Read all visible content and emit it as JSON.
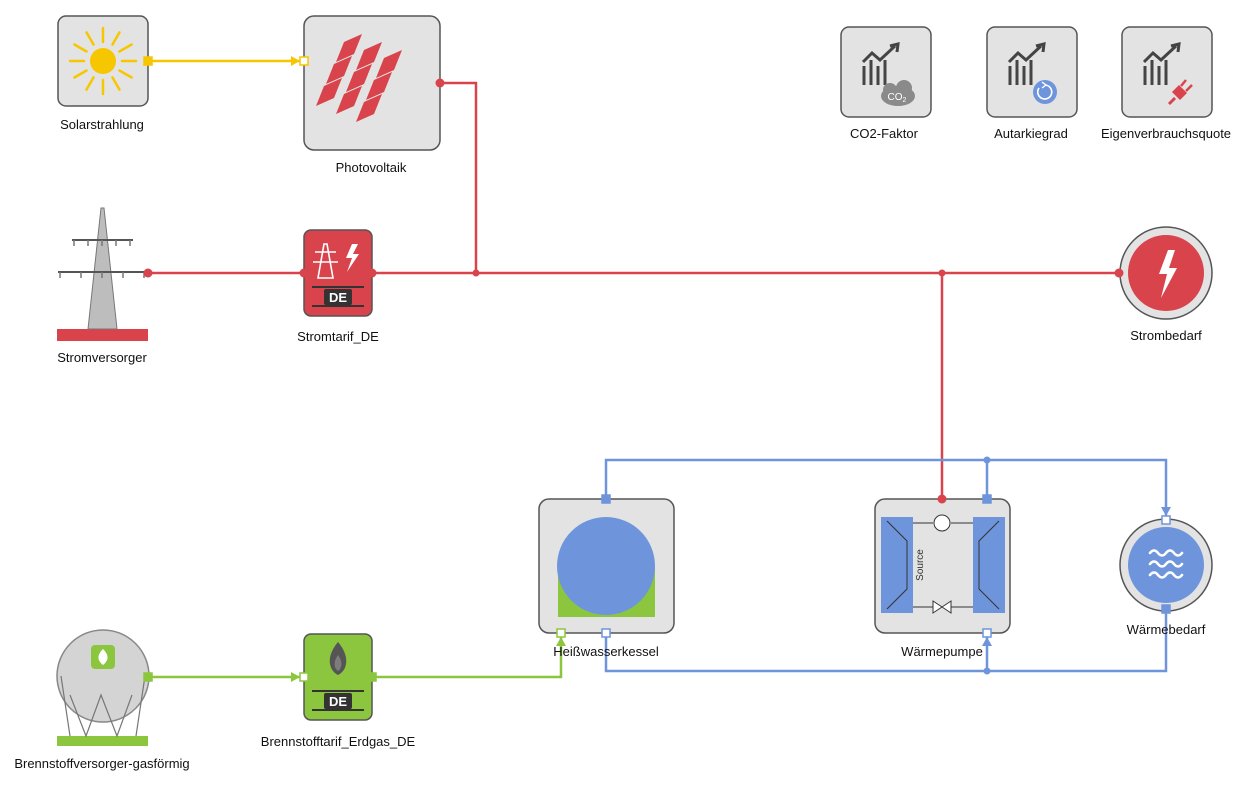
{
  "colors": {
    "solar": "#f6c700",
    "electric": "#d9434c",
    "gas": "#8cc63e",
    "water": "#6e95dc",
    "block_fill": "#e3e3e3",
    "block_border": "#555555",
    "icon_dark": "#444444"
  },
  "components": {
    "solar": {
      "label": "Solarstrahlung",
      "icon": "sun-icon"
    },
    "pv": {
      "label": "Photovoltaik",
      "icon": "solar-panel-icon"
    },
    "grid": {
      "label": "Stromversorger",
      "icon": "power-pylon-icon"
    },
    "tariff_power": {
      "label": "Stromtarif_DE",
      "badge": "DE",
      "icon": "pylon-lightning-icon"
    },
    "power_demand": {
      "label": "Strombedarf",
      "icon": "lightning-icon"
    },
    "co2": {
      "label": "CO2-Faktor",
      "icon": "chart-co2-icon",
      "badge": "CO",
      "badge_sub": "2"
    },
    "autarky": {
      "label": "Autarkiegrad",
      "icon": "chart-cycle-icon"
    },
    "selfuse": {
      "label": "Eigenverbrauchsquote",
      "icon": "chart-plug-icon"
    },
    "gas_supply": {
      "label": "Brennstoffversorger-gasförmig",
      "icon": "gas-tank-icon"
    },
    "gas_tariff": {
      "label": "Brennstofftarif_Erdgas_DE",
      "badge": "DE",
      "icon": "flame-icon"
    },
    "boiler": {
      "label": "Heißwasserkessel",
      "icon": "boiler-icon"
    },
    "heatpump": {
      "label": "Wärmepumpe",
      "inner_text": "Source",
      "icon": "heat-pump-icon"
    },
    "heat_demand": {
      "label": "Wärmebedarf",
      "icon": "heat-waves-icon"
    }
  }
}
